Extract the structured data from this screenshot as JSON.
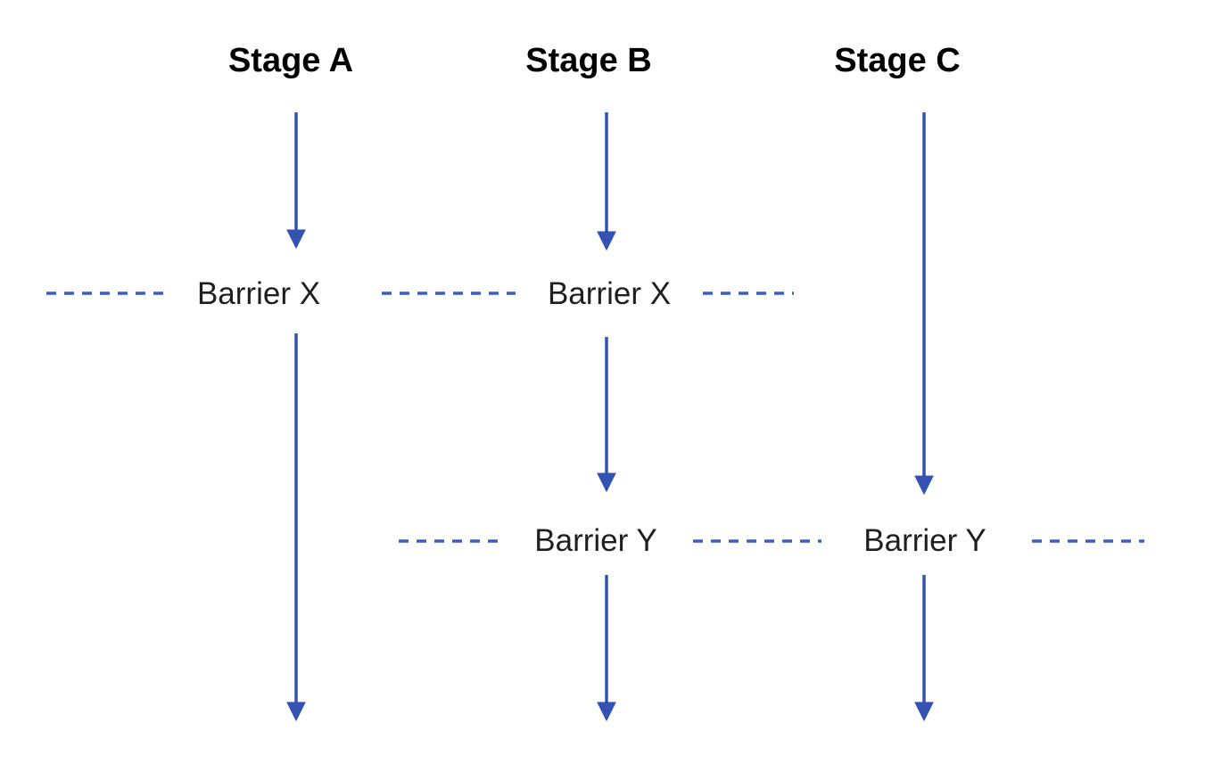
{
  "diagram": {
    "stage_columns": [
      {
        "label": "Stage A"
      },
      {
        "label": "Stage B"
      },
      {
        "label": "Stage C"
      }
    ],
    "barrier_labels": {
      "stage_a_x": "Barrier X",
      "stage_b_x": "Barrier X",
      "stage_b_y": "Barrier Y",
      "stage_c_y": "Barrier Y"
    },
    "colors": {
      "arrow": "#3352b1",
      "dash": "#3c5ec4",
      "title_text": "#000000",
      "label_text": "#1f1f1f",
      "background": "#ffffff"
    }
  }
}
